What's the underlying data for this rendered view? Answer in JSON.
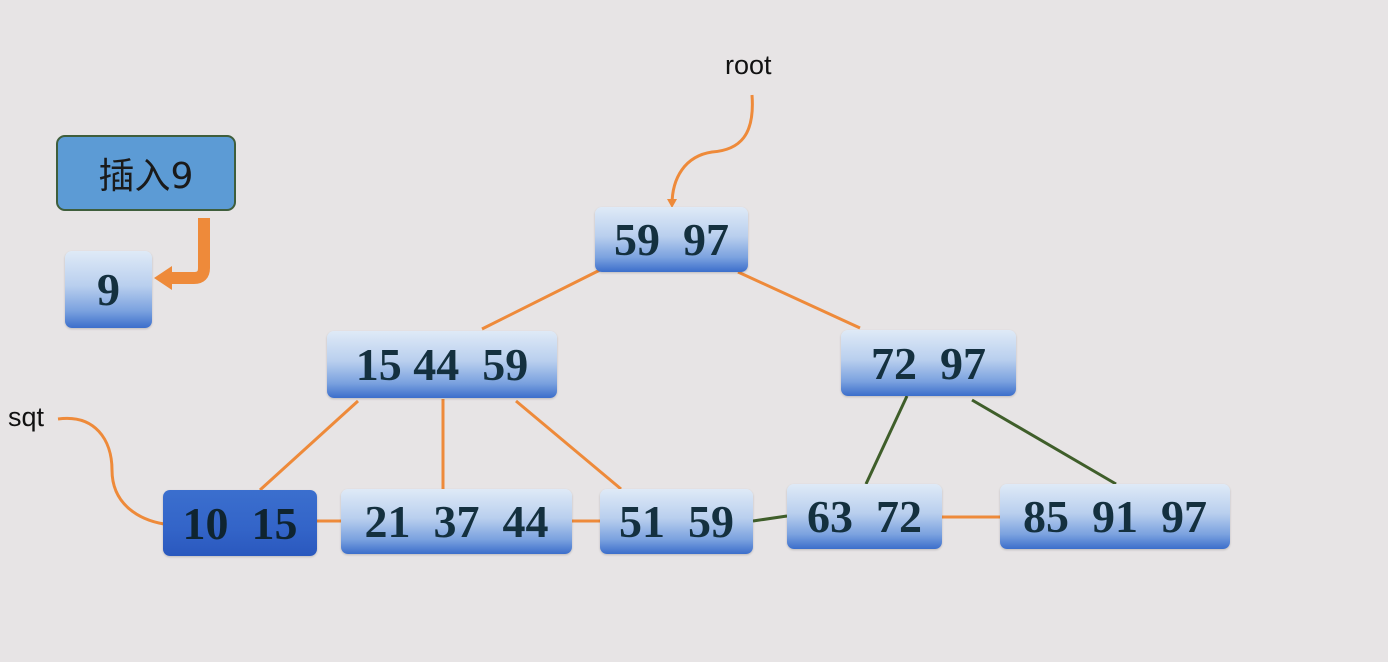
{
  "action": {
    "label": "插入9"
  },
  "inserted_key": "9",
  "pointers": {
    "root": "root",
    "sqt": "sqt"
  },
  "tree": {
    "root": {
      "keys": "59  97"
    },
    "level1": [
      {
        "keys": "15 44  59"
      },
      {
        "keys": "72  97"
      }
    ],
    "leaves": [
      {
        "keys": "10  15",
        "state": "active"
      },
      {
        "keys": "21  37  44"
      },
      {
        "keys": "51  59"
      },
      {
        "keys": "63  72"
      },
      {
        "keys": "85  91  97"
      }
    ]
  },
  "colors": {
    "link": "#ee8a3a",
    "alt_link": "#3f5e2a",
    "node_active": "#3364c8",
    "action_box": "#5c9bd5"
  }
}
